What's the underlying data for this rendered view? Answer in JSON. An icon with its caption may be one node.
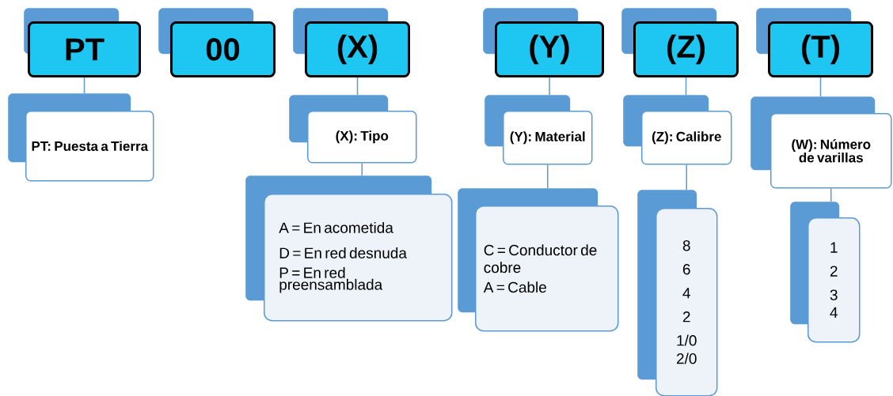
{
  "diagram": {
    "nodes": [
      {
        "text": [
          "PT"
        ]
      },
      {
        "text": [
          "00"
        ]
      },
      {
        "text": [
          "(X)"
        ]
      },
      {
        "text": [
          "(Y)"
        ]
      },
      {
        "text": [
          "(Z)"
        ]
      },
      {
        "text": [
          "(T)"
        ]
      },
      {
        "text": [
          "PT: Puesta a Tierra"
        ]
      },
      {
        "text": [
          "(X): Tipo"
        ]
      },
      {
        "text": [
          "(Y): Material"
        ]
      },
      {
        "text": [
          "(Z): Calibre"
        ]
      },
      {
        "text": [
          "(W): Número de varillas"
        ]
      },
      {
        "text": [
          "A = En acometida",
          "D = En red desnuda",
          "P = En red preensamblada"
        ]
      },
      {
        "text": [
          "C = Conductor de cobre",
          "A = Cable"
        ]
      },
      {
        "text": [
          "8",
          "6",
          "4",
          "2",
          "1/0",
          "2/0"
        ]
      },
      {
        "text": [
          "1",
          "2",
          "3",
          "4"
        ]
      }
    ],
    "edges": [
      {
        "from": 0,
        "to": 6,
        "arrow": "none"
      },
      {
        "from": 2,
        "to": 7,
        "arrow": "none"
      },
      {
        "from": 3,
        "to": 8,
        "arrow": "none"
      },
      {
        "from": 4,
        "to": 9,
        "arrow": "none"
      },
      {
        "from": 5,
        "to": 10,
        "arrow": "none"
      },
      {
        "from": 7,
        "to": 11,
        "arrow": "none"
      },
      {
        "from": 8,
        "to": 12,
        "arrow": "none"
      },
      {
        "from": 9,
        "to": 13,
        "arrow": "none"
      },
      {
        "from": 10,
        "to": 14,
        "arrow": "none"
      }
    ]
  }
}
